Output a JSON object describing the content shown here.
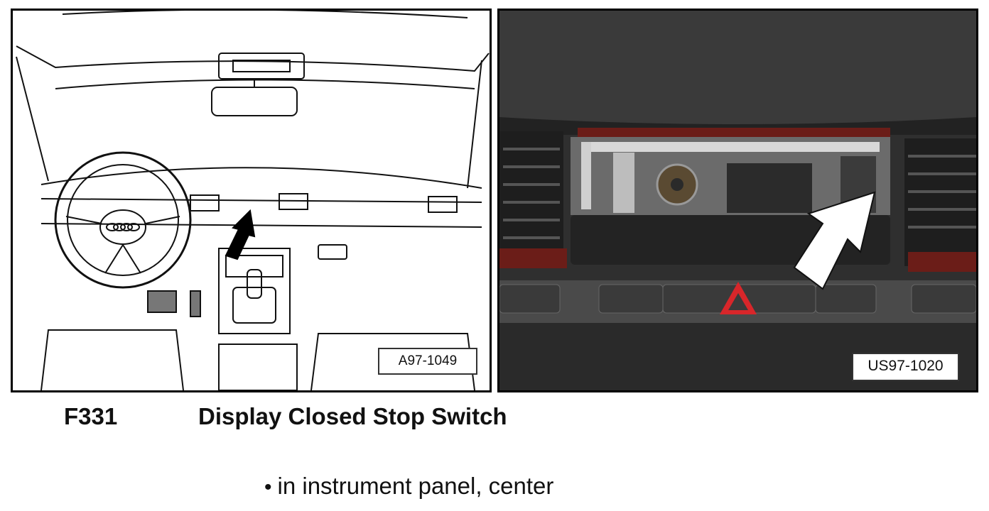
{
  "figures": {
    "left": {
      "label": "A97-1049",
      "kind": "line drawing of vehicle interior with arrow"
    },
    "right": {
      "label": "US97-1020",
      "kind": "photo of instrument panel center with arrow"
    }
  },
  "caption": {
    "component_id": "F331",
    "component_name": "Display Closed Stop Switch"
  },
  "location": {
    "bullet": "•",
    "text": "in instrument panel, center"
  },
  "colors": {
    "hazard_red": "#d8262a",
    "wood_trim": "#6b1d18",
    "dash_dark": "#2f2f2f"
  }
}
